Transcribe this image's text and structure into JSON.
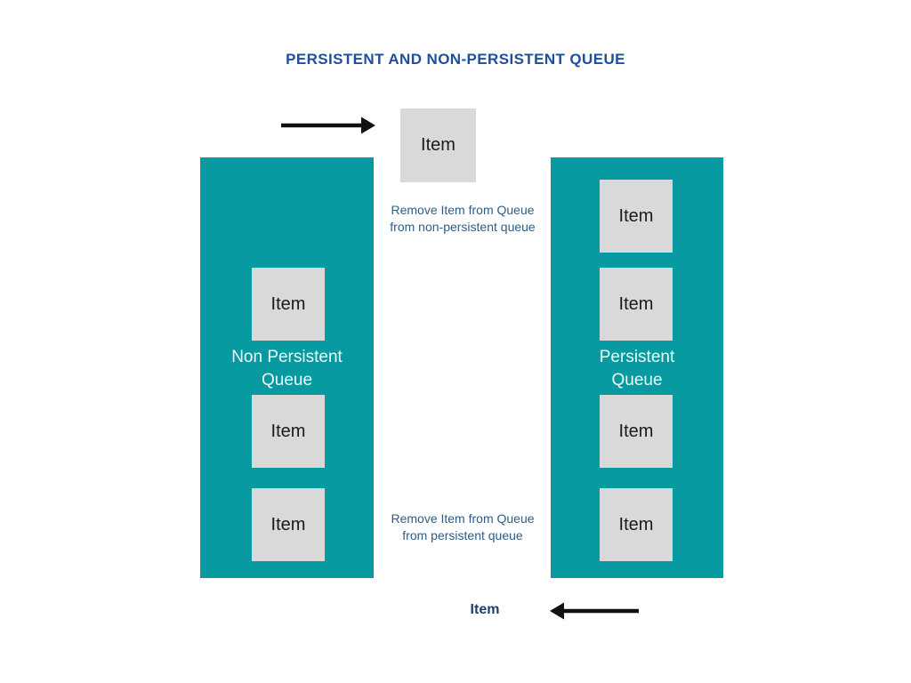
{
  "title": "PERSISTENT AND NON-PERSISTENT QUEUE",
  "colors": {
    "queue_teal": "#079aa0",
    "item_gray": "#d9d9d9",
    "title_blue": "#1e4f9e",
    "annotation_blue": "#2e5c87",
    "outgoing_label_navy": "#1c3f72",
    "arrow_black": "#111111",
    "queue_label_text": "#ecfbfb",
    "item_text": "#1a1a1a"
  },
  "incoming_item": {
    "label": "Item"
  },
  "outgoing_item": {
    "label": "Item"
  },
  "annotations": {
    "remove_non_persistent": {
      "line1": "Remove Item from Queue",
      "line2": "from non-persistent queue"
    },
    "remove_persistent": {
      "line1": "Remove Item from Queue",
      "line2": "from persistent queue"
    }
  },
  "queues": {
    "left": {
      "label_line1": "Non Persistent",
      "label_line2": "Queue",
      "items": [
        "Item",
        "Item",
        "Item"
      ]
    },
    "right": {
      "label_line1": "Persistent",
      "label_line2": "Queue",
      "items": [
        "Item",
        "Item",
        "Item",
        "Item"
      ]
    }
  }
}
